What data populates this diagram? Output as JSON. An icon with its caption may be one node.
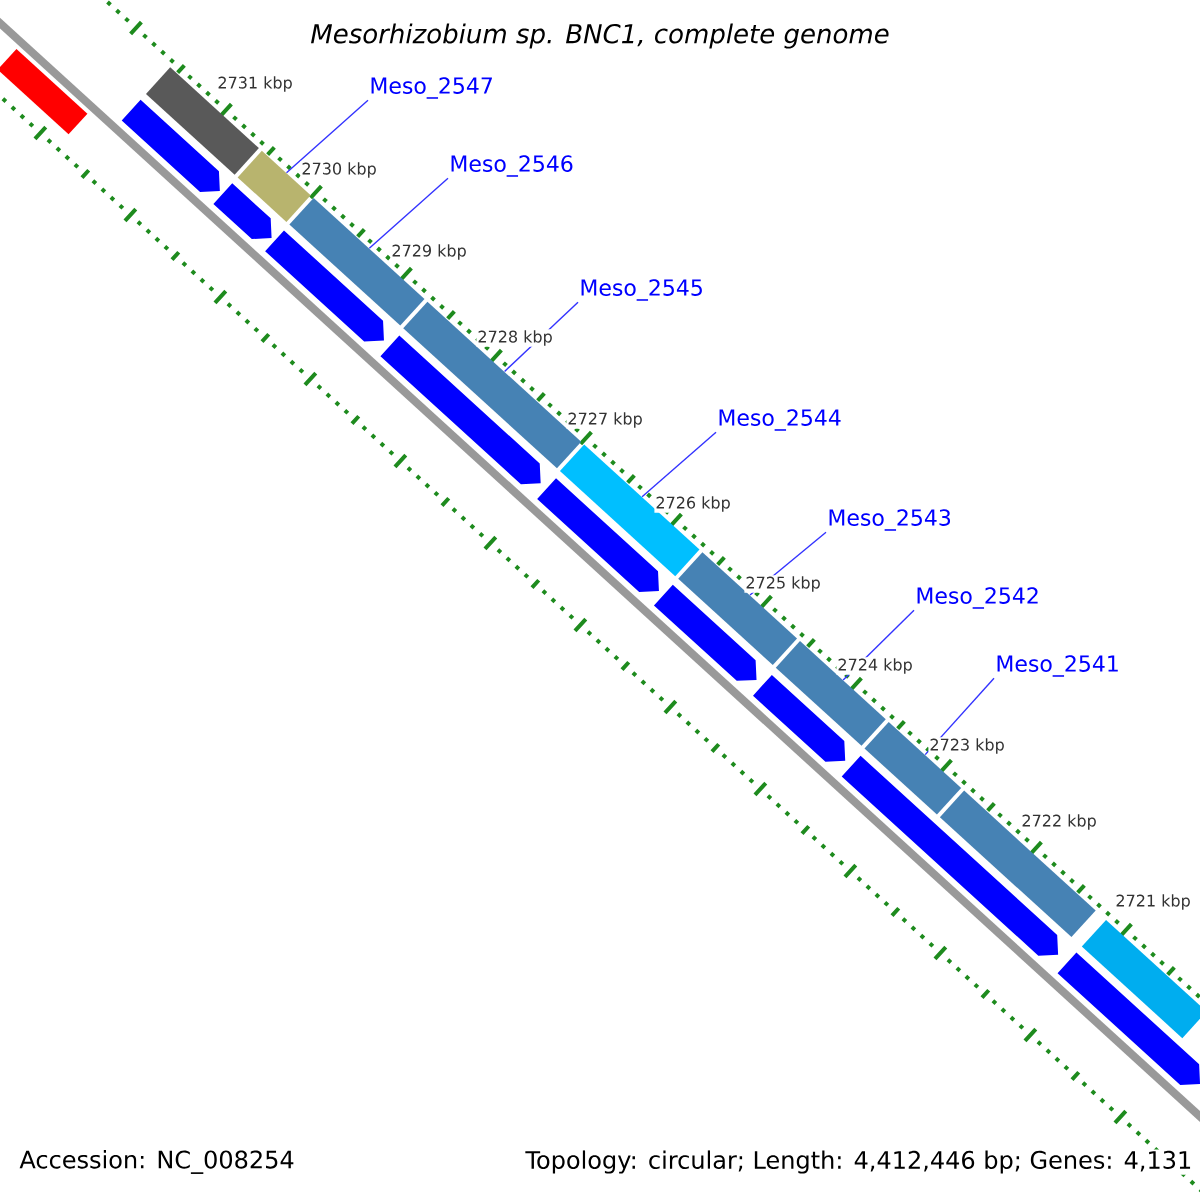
{
  "diagram": {
    "title": "*Mesorhizobium sp. BNC1, complete genome*",
    "nodes": [
      {
        "text": [],
        "shape": "bar"
      },
      {
        "text": [],
        "shape": "bar"
      },
      {
        "text": [],
        "shape": "bar"
      },
      {
        "text": [],
        "shape": "bar"
      },
      {
        "text": [],
        "shape": "bar"
      },
      {
        "text": [],
        "shape": "bar"
      },
      {
        "text": [],
        "shape": "bar"
      },
      {
        "text": [],
        "shape": "bar"
      },
      {
        "text": [],
        "shape": "bar"
      },
      {
        "text": [],
        "shape": "bar"
      },
      {
        "text": [
          "Meso_2547"
        ]
      },
      {
        "text": [
          "Meso_2546"
        ]
      },
      {
        "text": [
          "Meso_2545"
        ]
      },
      {
        "text": [
          "Meso_2544"
        ]
      },
      {
        "text": [
          "Meso_2543"
        ]
      },
      {
        "text": [
          "Meso_2542"
        ]
      },
      {
        "text": [
          "Meso_2541"
        ]
      }
    ],
    "edges": [
      {
        "from": 10,
        "to": 1,
        "arrow": "none"
      },
      {
        "from": 11,
        "to": 2,
        "arrow": "none"
      },
      {
        "from": 12,
        "to": 3,
        "arrow": "none"
      },
      {
        "from": 13,
        "to": 4,
        "arrow": "none"
      },
      {
        "from": 14,
        "to": 5,
        "arrow": "none"
      },
      {
        "from": 15,
        "to": 6,
        "arrow": "none"
      },
      {
        "from": 16,
        "to": 7,
        "arrow": "none"
      }
    ],
    "labels": [
      "2731 kbp",
      "2730 kbp",
      "2729 kbp",
      "2728 kbp",
      "2727 kbp",
      "2726 kbp",
      "2725 kbp",
      "2724 kbp",
      "2723 kbp",
      "2722 kbp",
      "2721 kbp",
      "Accession: NC_008254",
      "Topology: circular; Length: 4,412,446 bp; Genes: 4,131"
    ]
  }
}
